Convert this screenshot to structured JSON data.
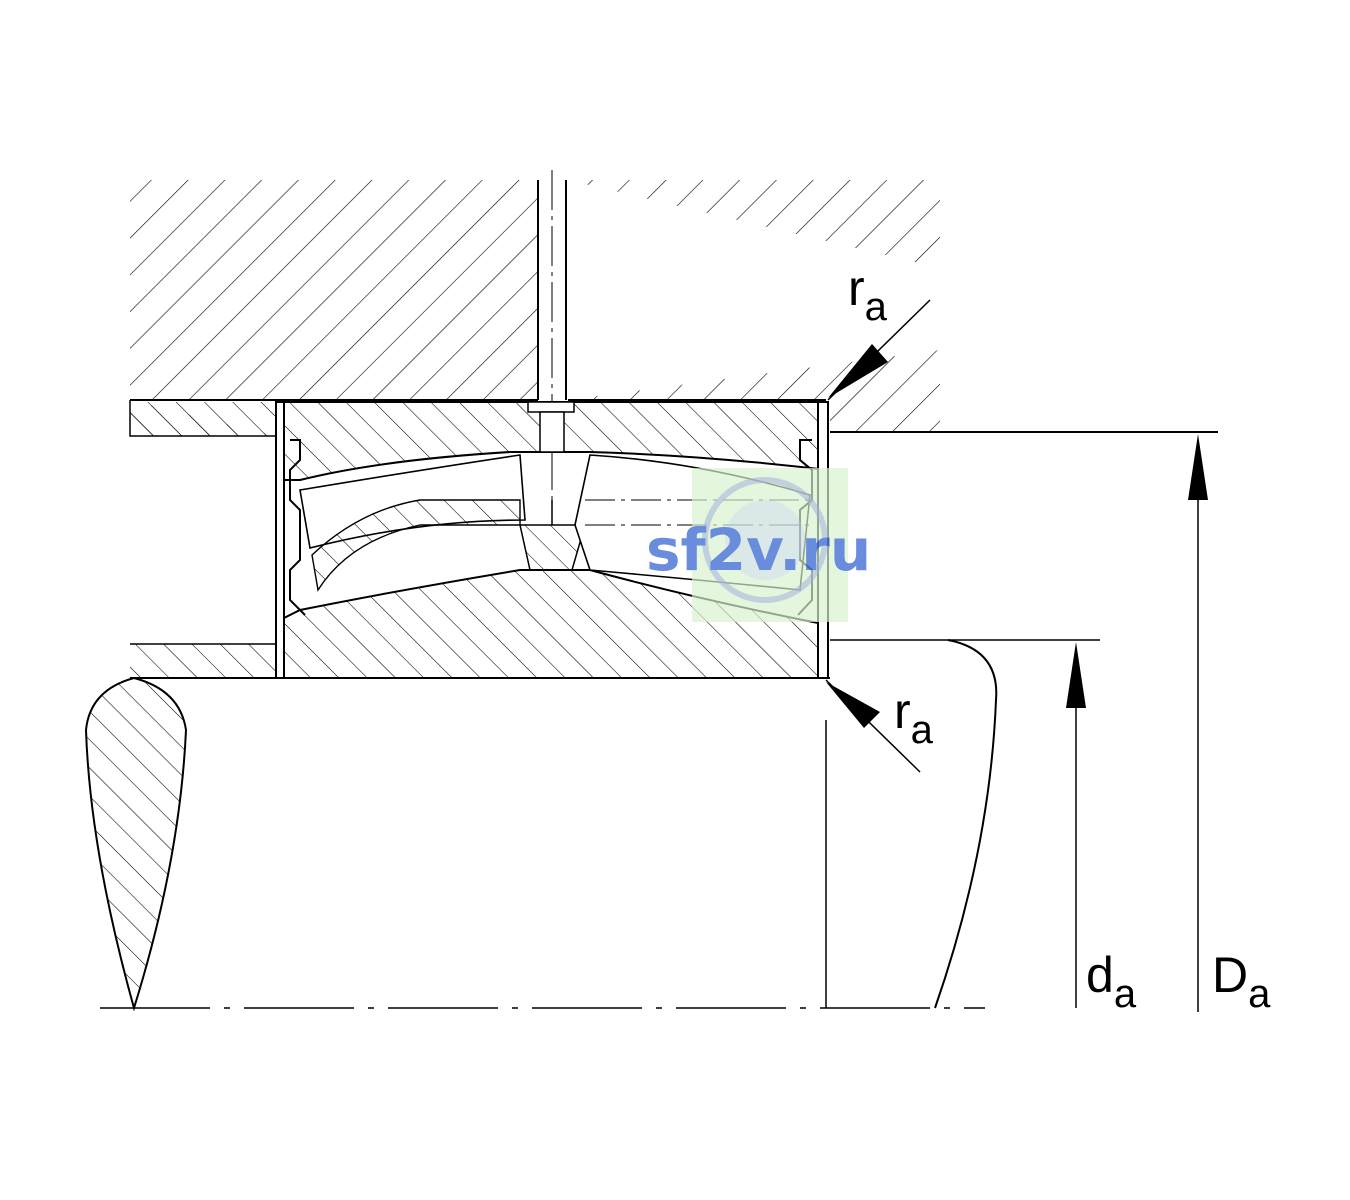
{
  "labels": {
    "ra_top": {
      "main": "r",
      "sub": "a"
    },
    "ra_bottom": {
      "main": "r",
      "sub": "a"
    },
    "da": {
      "main": "d",
      "sub": "a"
    },
    "Da": {
      "main": "D",
      "sub": "a"
    }
  },
  "watermark": {
    "text": "sf2v.ru",
    "color": "#4f79d8",
    "panel_color": "#d9f2d0"
  },
  "colors": {
    "line": "#000000",
    "background": "#ffffff"
  }
}
